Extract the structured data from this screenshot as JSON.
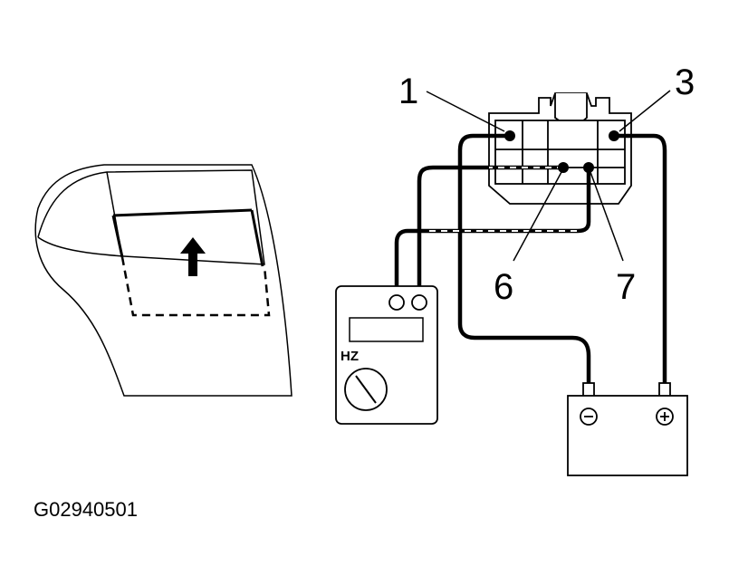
{
  "figure_id": "G02940501",
  "connector": {
    "terminals": [
      {
        "label": "1"
      },
      {
        "label": "3"
      },
      {
        "label": "6"
      },
      {
        "label": "7"
      }
    ]
  },
  "meter": {
    "dial_label": "HZ"
  },
  "battery": {
    "negative_symbol": "negative",
    "positive_symbol": "positive"
  },
  "door": {
    "arrow_direction": "up"
  }
}
